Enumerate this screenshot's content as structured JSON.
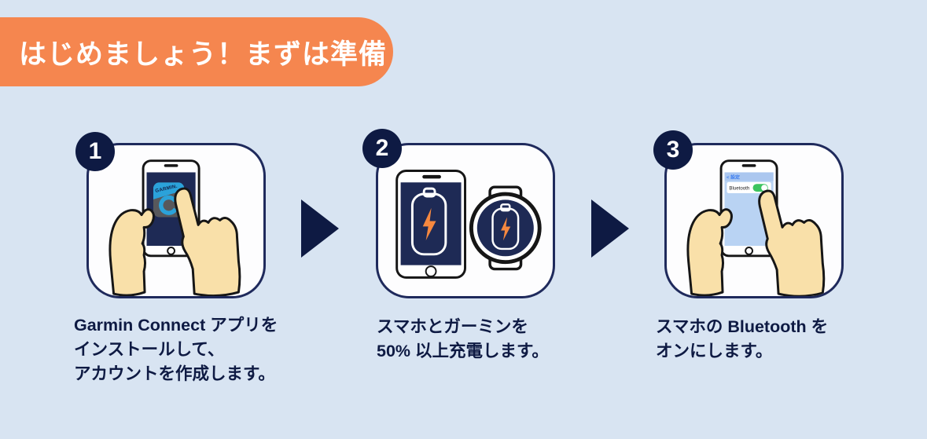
{
  "header": {
    "title": "はじめましょう！まずは準備"
  },
  "steps": [
    {
      "number": "1",
      "caption_lines": [
        "Garmin Connect アプリを",
        "インストールして、",
        "アカウントを作成します。"
      ],
      "illustration": "hands-holding-phone-tapping-garmin-connect-app",
      "app_icon_label": "GARMIN."
    },
    {
      "number": "2",
      "caption_lines": [
        "スマホとガーミンを",
        "50% 以上充電します。"
      ],
      "illustration": "phone-and-garmin-watch-with-charging-battery-icons"
    },
    {
      "number": "3",
      "caption_lines": [
        "スマホの Bluetooth を",
        "オンにします。"
      ],
      "illustration": "hands-holding-phone-turning-on-bluetooth",
      "screen": {
        "back_label": "< 設定",
        "bluetooth_label": "Bluetooth",
        "toggle_state": "on"
      }
    }
  ],
  "colors": {
    "background": "#d8e4f2",
    "banner_orange": "#f5864f",
    "navy": "#0e1a43",
    "card_border": "#1f2a5c",
    "screen_navy": "#1e2a55",
    "screen_light_blue": "#b9d3f3",
    "garmin_blue": "#2ba2da",
    "app_icon_gray": "#57585c",
    "bolt_orange": "#f6883f",
    "toggle_green": "#3cc45f",
    "skin": "#f9e0a9"
  }
}
